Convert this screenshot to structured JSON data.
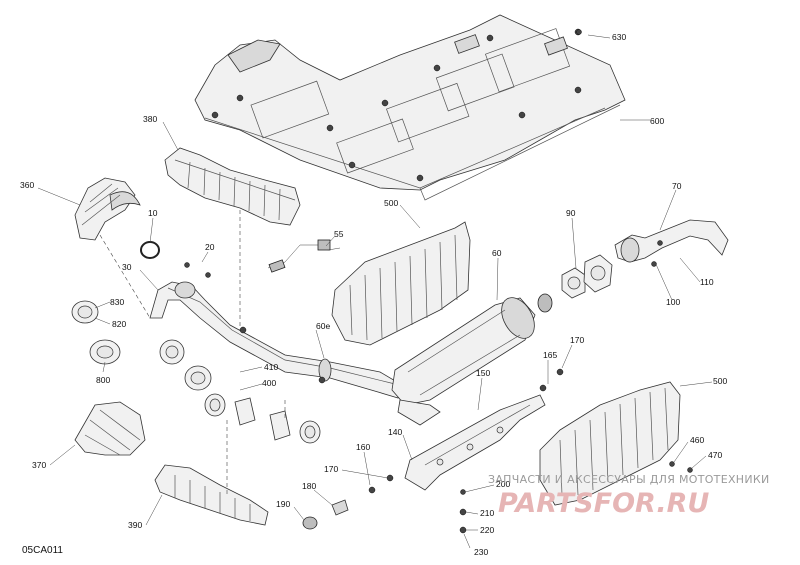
{
  "diagram": {
    "figure_id": "05CA011",
    "callouts": {
      "c630": "630",
      "c600": "600",
      "c380": "380",
      "c360": "360",
      "c10": "10",
      "c20": "20",
      "c30": "30",
      "c55": "55",
      "c500_top": "500",
      "c60": "60",
      "c90": "90",
      "c70": "70",
      "c110": "110",
      "c100": "100",
      "c830": "830",
      "c820": "820",
      "c800": "800",
      "c60e": "60e",
      "c410": "410",
      "c400": "400",
      "c165": "165",
      "c170_right": "170",
      "c150": "150",
      "c500_bottom": "500",
      "c370": "370",
      "c140": "140",
      "c160": "160",
      "c170_bottom": "170",
      "c180": "180",
      "c190": "190",
      "c200": "200",
      "c210": "210",
      "c220": "220",
      "c230": "230",
      "c460": "460",
      "c470": "470",
      "c390": "390"
    }
  },
  "watermark": {
    "tagline": "ЗАПЧАСТИ И АКСЕССУАРЫ ДЛЯ МОТОТЕХНИКИ",
    "brand": "PARTSFOR.RU"
  }
}
